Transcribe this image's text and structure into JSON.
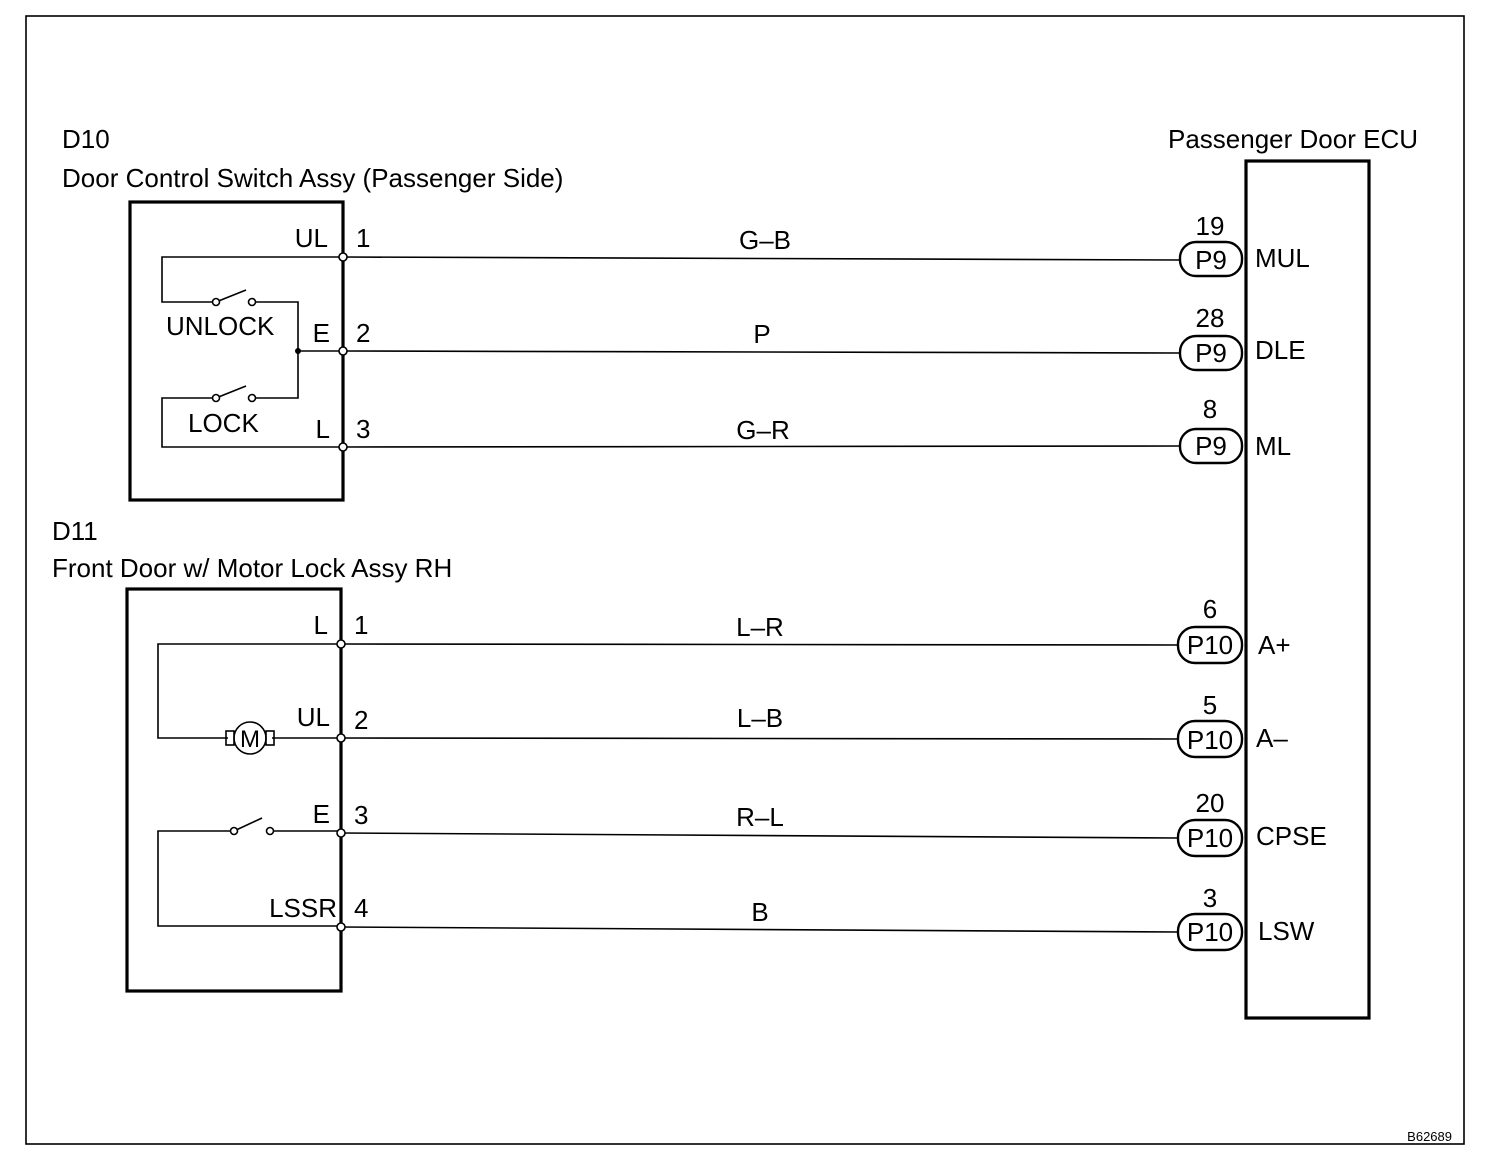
{
  "figure_code": "B62689",
  "d10": {
    "id": "D10",
    "name": "Door Control Switch Assy (Passenger Side)",
    "switch_unlock": "UNLOCK",
    "switch_lock": "LOCK",
    "terminals": [
      {
        "label": "UL",
        "pin": "1"
      },
      {
        "label": "E",
        "pin": "2"
      },
      {
        "label": "L",
        "pin": "3"
      }
    ]
  },
  "d11": {
    "id": "D11",
    "name": "Front Door w/ Motor Lock Assy RH",
    "motor": "M",
    "terminals": [
      {
        "label": "L",
        "pin": "1"
      },
      {
        "label": "UL",
        "pin": "2"
      },
      {
        "label": "E",
        "pin": "3"
      },
      {
        "label": "LSSR",
        "pin": "4"
      }
    ]
  },
  "ecu": {
    "name": "Passenger Door ECU",
    "terminals": [
      {
        "pin": "19",
        "connector": "P9",
        "label": "MUL"
      },
      {
        "pin": "28",
        "connector": "P9",
        "label": "DLE"
      },
      {
        "pin": "8",
        "connector": "P9",
        "label": "ML"
      },
      {
        "pin": "6",
        "connector": "P10",
        "label": "A+"
      },
      {
        "pin": "5",
        "connector": "P10",
        "label": "A–"
      },
      {
        "pin": "20",
        "connector": "P10",
        "label": "CPSE"
      },
      {
        "pin": "3",
        "connector": "P10",
        "label": "LSW"
      }
    ]
  },
  "wires": [
    "G–B",
    "P",
    "G–R",
    "L–R",
    "L–B",
    "R–L",
    "B"
  ]
}
